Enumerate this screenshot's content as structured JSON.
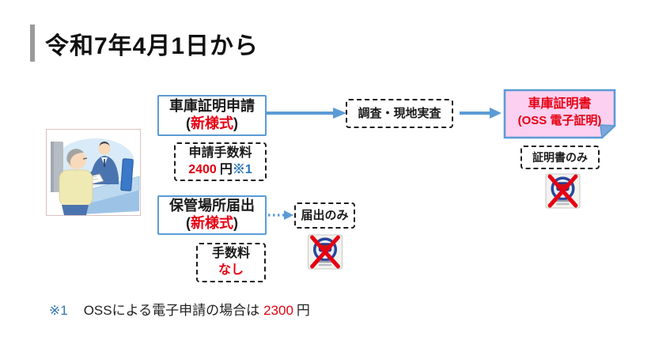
{
  "title": "令和7年4月1日から",
  "colors": {
    "accent_blue": "#5b9bd5",
    "red": "#e60012",
    "footnote_blue": "#2e75b6",
    "pink_fill": "#fbd0f0",
    "title_bar_gray": "#9a9a9a"
  },
  "flow": {
    "application_box": {
      "line1": "車庫証明申請",
      "paren_open": "(",
      "highlight": "新様式",
      "paren_close": ")"
    },
    "application_fee_box": {
      "line1": "申請手数料",
      "amount": "2400",
      "unit": "円",
      "note_ref": "※1"
    },
    "inspection_box": {
      "label": "調査・現地実査"
    },
    "certificate_box": {
      "line1": "車庫証明書",
      "line2": "(OSS 電子証明)"
    },
    "certificate_only_box": {
      "label": "証明書のみ"
    },
    "notification_box": {
      "line1": "保管場所届出",
      "paren_open": "(",
      "highlight": "新様式",
      "paren_close": ")"
    },
    "notification_only_box": {
      "label": "届出のみ"
    },
    "notification_fee_box": {
      "label": "手数料",
      "value": "なし"
    }
  },
  "footnote": {
    "marker": "※1",
    "text": "OSSによる電子申請の場合は",
    "amount": "2300",
    "unit": "円"
  },
  "icons": {
    "sticker": "abolished-parking-sticker-icon",
    "illustration": "counter-consultation-illustration"
  }
}
